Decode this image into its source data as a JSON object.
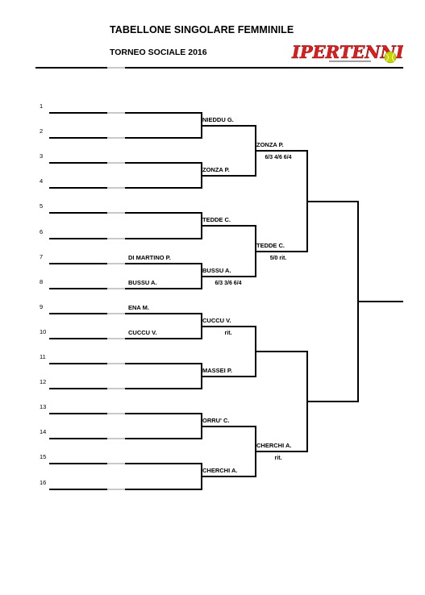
{
  "header": {
    "title": "TABELLONE SINGOLARE FEMMINILE",
    "subtitle": "TORNEO SOCIALE 2016",
    "logo_text": "IPERTENNIS",
    "logo_color": "#e11d1d",
    "ball_color": "#c8d400"
  },
  "draw": {
    "slot_numbers": [
      "1",
      "2",
      "3",
      "4",
      "5",
      "6",
      "7",
      "8",
      "9",
      "10",
      "11",
      "12",
      "13",
      "14",
      "15",
      "16"
    ],
    "first_round": [
      "",
      "",
      "",
      "",
      "",
      "",
      "DI MARTINO P.",
      "BUSSU A.",
      "ENA M.",
      "CUCCU V.",
      "",
      "",
      "",
      "",
      "",
      ""
    ],
    "round2": [
      {
        "name": "NIEDDU G.",
        "score": ""
      },
      {
        "name": "ZONZA P.",
        "score": ""
      },
      {
        "name": "TEDDE C.",
        "score": ""
      },
      {
        "name": "BUSSU A.",
        "score": "6/3 3/6 6/4"
      },
      {
        "name": "CUCCU V.",
        "score": "rit."
      },
      {
        "name": "MASSEI P.",
        "score": ""
      },
      {
        "name": "ORRU' C.",
        "score": ""
      },
      {
        "name": "CHERCHI A.",
        "score": ""
      }
    ],
    "quarterfinals": [
      {
        "name": "ZONZA P.",
        "score": "6/3 4/6 6/4"
      },
      {
        "name": "TEDDE C.",
        "score": "5/0 rit."
      },
      {
        "name": "",
        "score": ""
      },
      {
        "name": "CHERCHI A.",
        "score": "rit."
      }
    ]
  }
}
